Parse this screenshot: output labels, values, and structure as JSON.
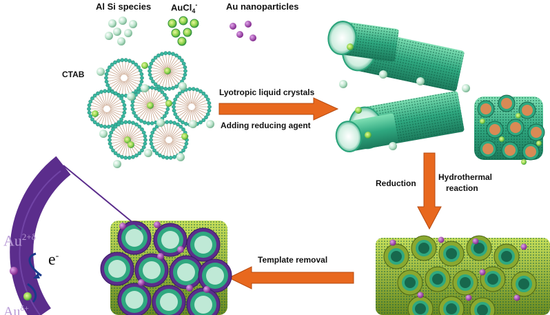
{
  "legend": {
    "si_label": "Al Si species",
    "aucl_main": "AuCl",
    "aucl_sub": "4",
    "aucl_sup": "-",
    "au_np_label": "Au nanoparticles"
  },
  "ctab_label": "CTAB",
  "step1": {
    "line1": "Lyotropic liquid crystals",
    "line2": "Adding reducing agent"
  },
  "step2": {
    "reduction": "Reduction",
    "hydro_line1": "Hydrothermal",
    "hydro_line2": "reaction"
  },
  "step3": {
    "label": "Template removal"
  },
  "inset": {
    "au_top_base": "Au",
    "au_top_sup": "2+δ",
    "electron": "e",
    "electron_sup": "-",
    "au_bottom_base": "Au",
    "au_bottom_sup": "δ+"
  },
  "colors": {
    "si": "#a9dcc0",
    "au_cl": "#3fb86a",
    "au_np": "#9a3aa8",
    "tube": "#33b58a",
    "arrow": "#e8681e",
    "inset_ring": "#5b2d8c"
  }
}
